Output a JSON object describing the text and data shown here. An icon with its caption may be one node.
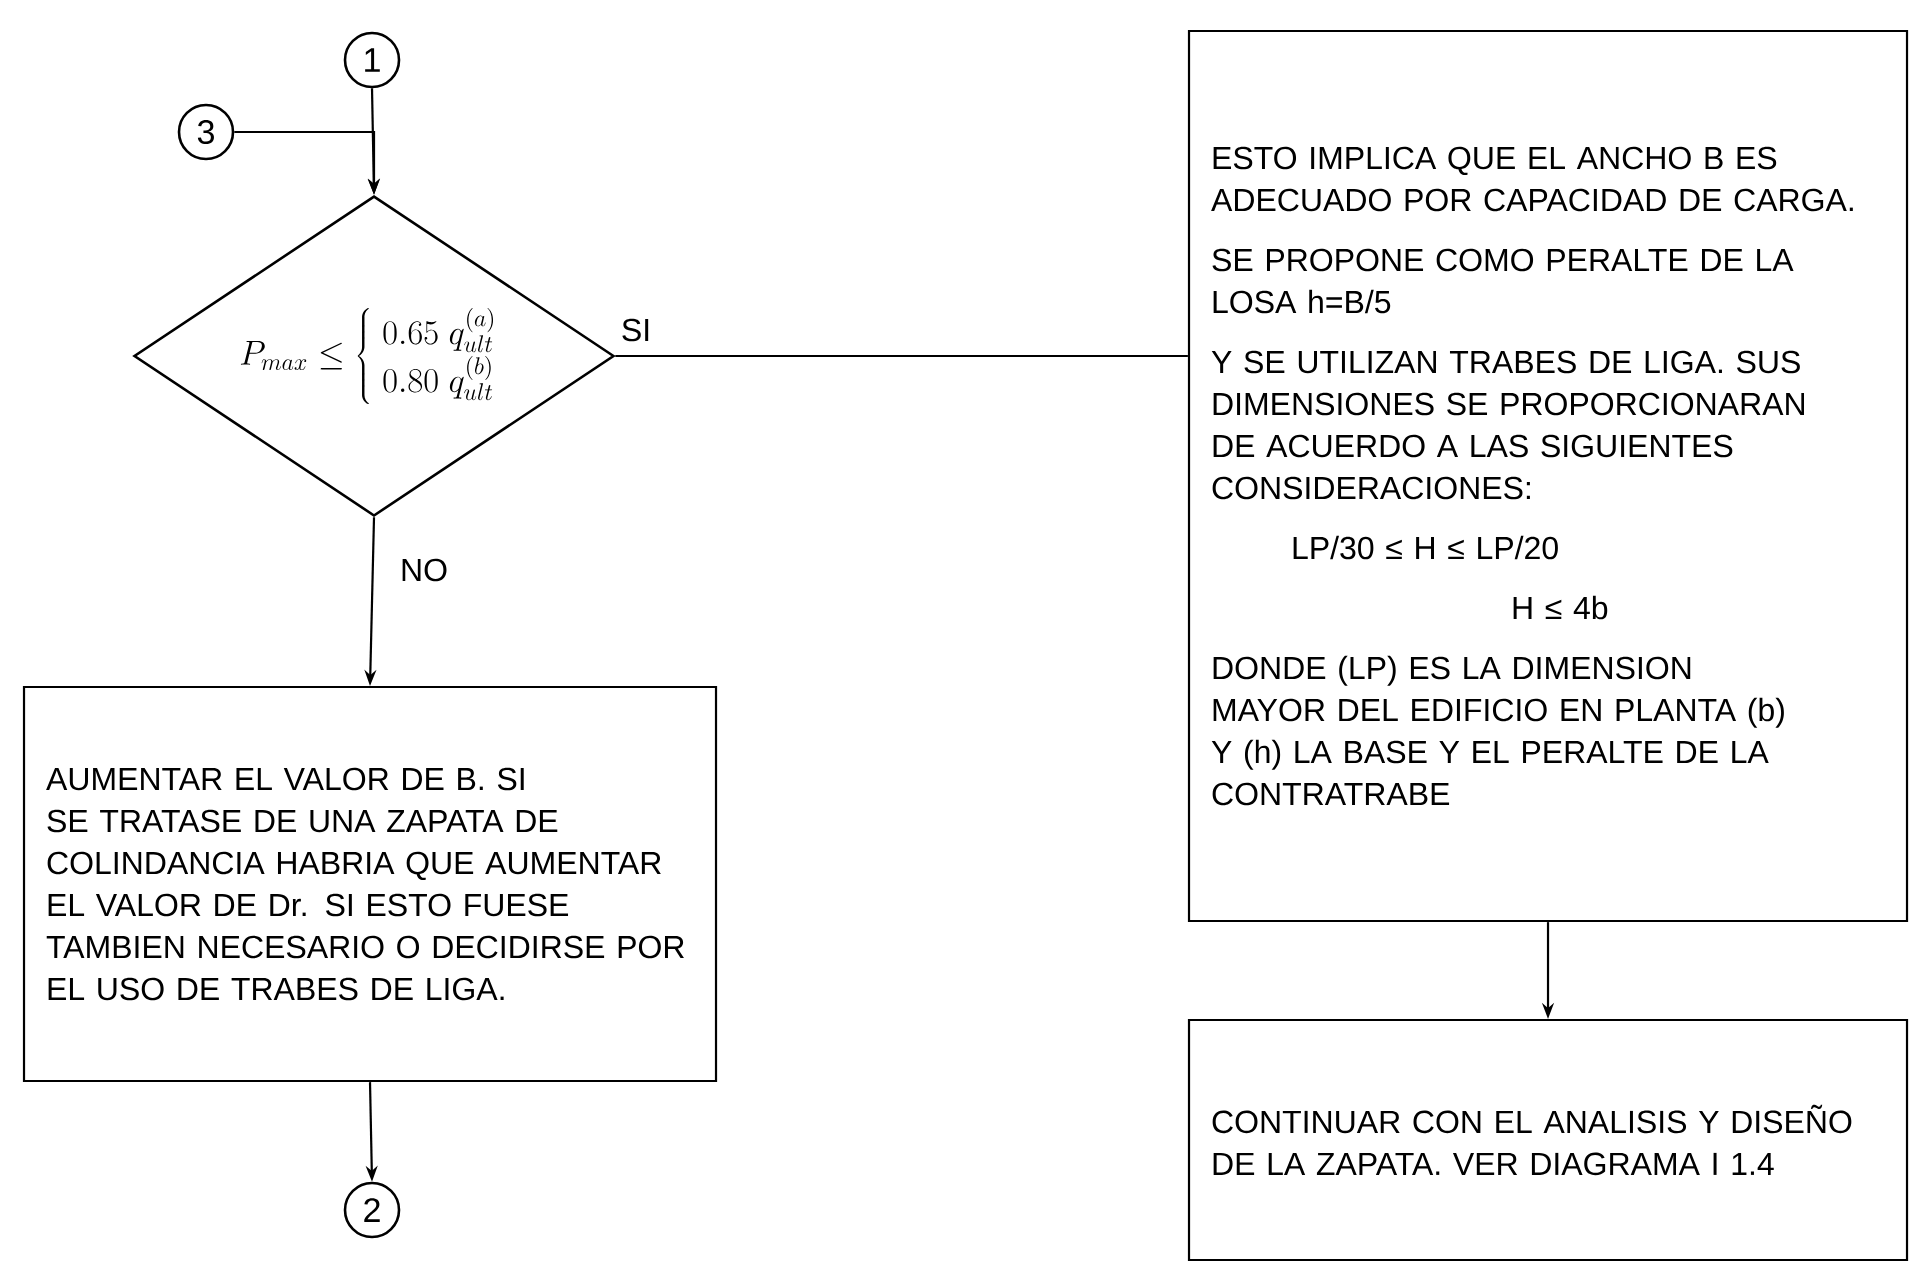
{
  "diagram": {
    "nodes": [
      {
        "text": [
          "1"
        ]
      },
      {
        "text": [
          "3"
        ]
      },
      {
        "text": [
          "P_{max} \\leq \\left\\{ \\begin{array}{l} 0.65\\ q_{ult}^{(a)} \\\\ 0.80\\ q_{ult}^{(b)} \\end{array} \\right."
        ]
      },
      {
        "text": [
          "AUMENTAR EL VALOR DE B. SI SE TRATASE DE UNA ZAPATA DE COLINDANCIA HABRIA QUE AUMENTAR EL VALOR DE Dr. SI ESTO FUESE TAMBIEN NECESARIO O DECIDIRSE POR EL USO DE TRABES DE LIGA."
        ]
      },
      {
        "text": [
          "2"
        ]
      },
      {
        "text": [
          "ESTO IMPLICA QUE EL ANCHO B ES ADECUADO POR CAPACIDAD DE CARGA.",
          "SE PROPONE COMO PERALTE DE LA LOSA h=B/5",
          "Y SE UTILIZAN TRABES DE LIGA. SUS DIMENSIONES SE PROPORCIONARAN DE ACUERDO A LAS SIGUIENTES CONSIDERACIONES:",
          "LP/30 ≤ H ≤ LP/20",
          "H ≤ 4b",
          "DONDE (LP) ES LA DIMENSION MAYOR DEL EDIFICIO EN PLANTA (b) Y (h) LA BASE Y EL PERALTE DE LA CONTRATRABE"
        ]
      },
      {
        "text": [
          "CONTINUAR CON EL ANALISIS Y DISEÑO DE LA ZAPATA. VER DIAGRAMA I 1.4"
        ]
      }
    ],
    "edges": [
      {
        "from": 0,
        "to": 2,
        "arrow": "to"
      },
      {
        "from": 1,
        "to": 2,
        "arrow": "to"
      },
      {
        "from": 2,
        "to": 5,
        "arrow": "none",
        "label": "SI"
      },
      {
        "from": 2,
        "to": 3,
        "arrow": "to",
        "label": "NO"
      },
      {
        "from": 3,
        "to": 4,
        "arrow": "to"
      },
      {
        "from": 5,
        "to": 6,
        "arrow": "to"
      }
    ]
  }
}
